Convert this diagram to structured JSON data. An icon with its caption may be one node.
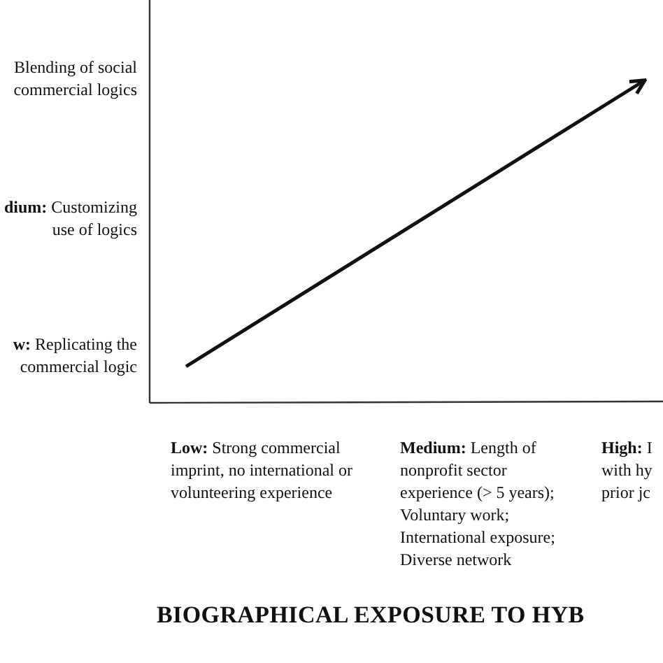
{
  "diagram": {
    "labels": [
      "Blending of social commercial logics",
      "**dium:** Customizing use of logics",
      "**w:** Replicating the commercial logic",
      "**Low:** Strong commercial imprint, no international or volunteering experience",
      "**Medium:** Length of nonprofit sector experience (> 5 years); Voluntary work; International exposure; Diverse network",
      "**High:** I with hy prior jc",
      "BIOGRAPHICAL EXPOSURE TO HYB"
    ]
  }
}
